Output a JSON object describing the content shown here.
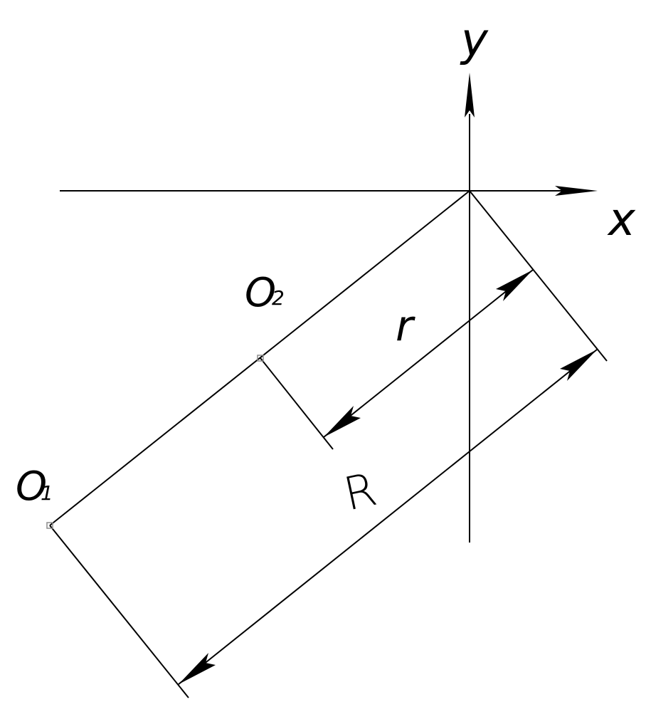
{
  "labels": {
    "x_axis": "x",
    "y_axis": "y",
    "point_o1": "O",
    "point_o1_sub": "1",
    "point_o2": "O",
    "point_o2_sub": "2",
    "radius_small": "r",
    "radius_large": "R"
  },
  "colors": {
    "line": "#000000",
    "point_marker": "#8c8c8c"
  }
}
